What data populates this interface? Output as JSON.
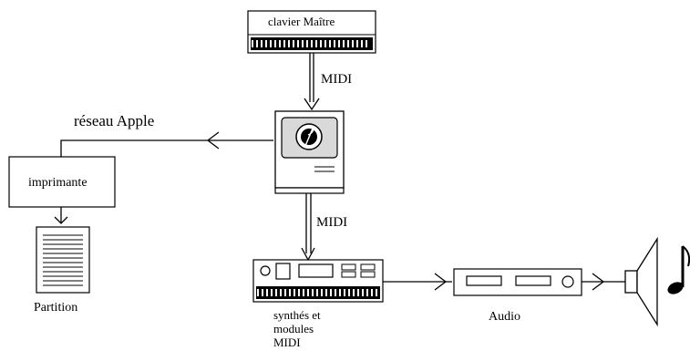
{
  "keyboard_master": {
    "label": "clavier Maître"
  },
  "midi_in": {
    "label": "MIDI"
  },
  "midi_out": {
    "label": "MIDI"
  },
  "network": {
    "label": "réseau Apple"
  },
  "printer": {
    "label": "imprimante"
  },
  "score": {
    "label": "Partition"
  },
  "synth": {
    "label_lines": [
      "synthés et",
      "modules",
      "MIDI"
    ]
  },
  "audio": {
    "label": "Audio"
  },
  "icons": [
    "keyboard-icon",
    "computer-icon",
    "printer-box",
    "sheet-icon",
    "synth-icon",
    "audio-amp-icon",
    "speaker-icon",
    "music-note-icon"
  ],
  "colors": {
    "ink": "#000000",
    "paper": "#ffffff",
    "screen_gray": "#d9d9d9"
  }
}
